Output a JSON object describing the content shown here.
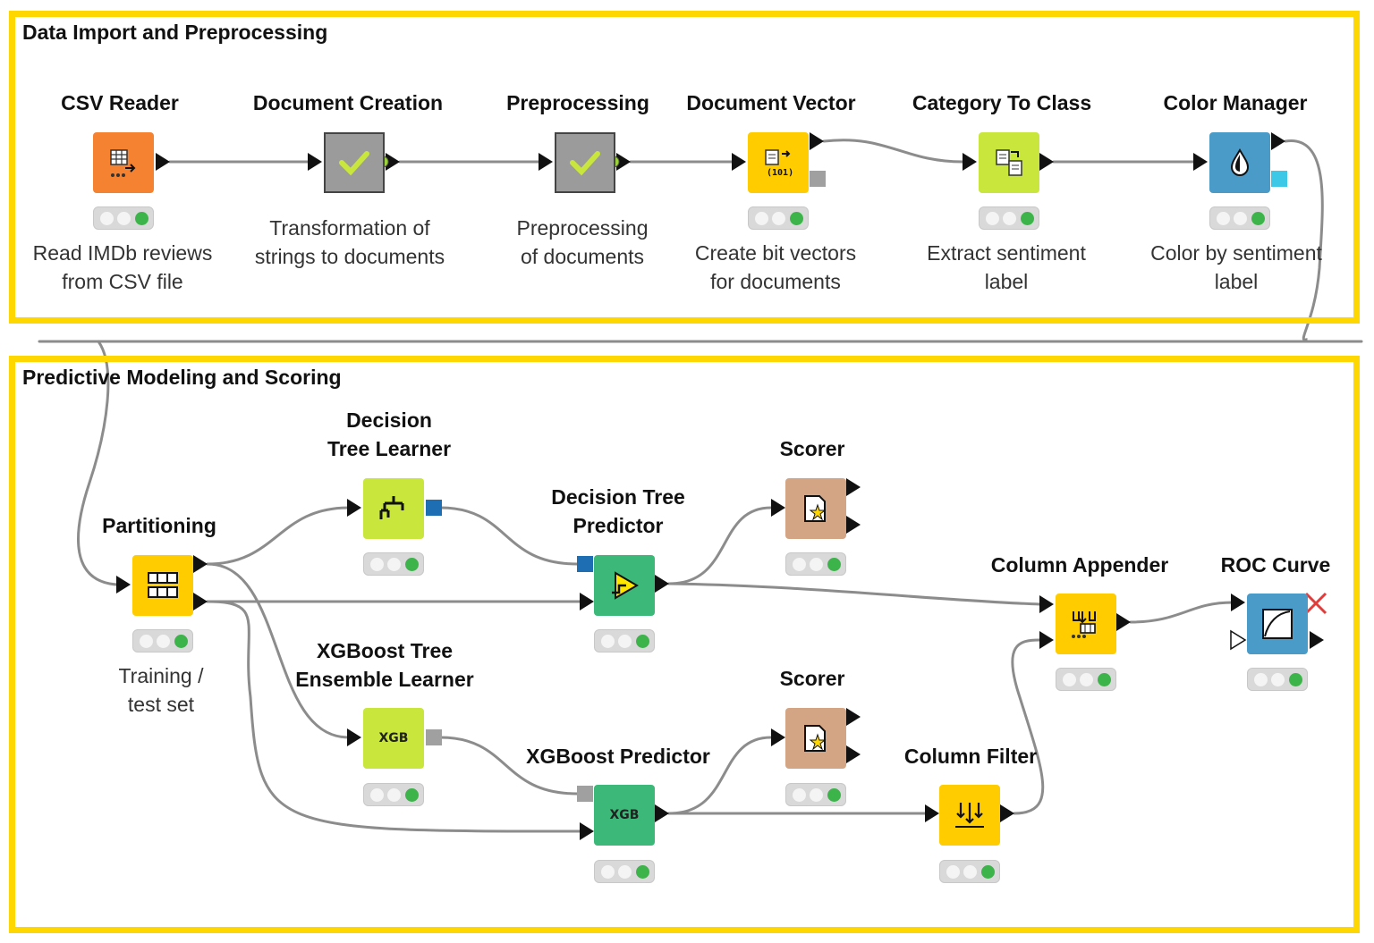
{
  "annotations": {
    "top": {
      "title": "Data Import and Preprocessing",
      "border_color": "#ffd700"
    },
    "bottom": {
      "title": "Predictive Modeling and Scoring",
      "border_color": "#ffd700"
    }
  },
  "nodes": {
    "csv_reader": {
      "title": [
        "CSV Reader"
      ],
      "label": [
        "Read IMDb reviews",
        "from CSV file"
      ],
      "color": "#f58231",
      "icon": "csv-reader-icon"
    },
    "document_creation": {
      "title": [
        "Document Creation"
      ],
      "label": [
        "Transformation of",
        "strings to documents"
      ],
      "color": "#9b9b9b",
      "icon": "metanode-check-icon"
    },
    "preprocessing": {
      "title": [
        "Preprocessing"
      ],
      "label": [
        "Preprocessing",
        "of documents"
      ],
      "color": "#9b9b9b",
      "icon": "metanode-check-icon"
    },
    "document_vector": {
      "title": [
        "Document Vector"
      ],
      "label": [
        "Create bit vectors",
        "for documents"
      ],
      "color": "#ffcc00",
      "icon": "document-vector-icon"
    },
    "category_to_class": {
      "title": [
        "Category To Class"
      ],
      "label": [
        "Extract sentiment",
        "label"
      ],
      "color": "#c8e63c",
      "icon": "category-to-class-icon"
    },
    "color_manager": {
      "title": [
        "Color Manager"
      ],
      "label": [
        "Color by sentiment",
        "label"
      ],
      "color": "#4b9bc8",
      "icon": "color-drop-icon"
    },
    "partitioning": {
      "title": [
        "Partitioning"
      ],
      "label": [
        "Training /",
        "test set"
      ],
      "color": "#ffcc00",
      "icon": "partitioning-icon"
    },
    "dt_learner": {
      "title": [
        "Decision",
        "Tree Learner"
      ],
      "label": [],
      "color": "#c8e63c",
      "icon": "tree-learner-icon"
    },
    "dt_predictor": {
      "title": [
        "Decision Tree",
        "Predictor"
      ],
      "label": [],
      "color": "#3cb878",
      "icon": "predictor-icon"
    },
    "scorer_1": {
      "title": [
        "Scorer"
      ],
      "label": [],
      "color": "#d4a584",
      "icon": "scorer-icon"
    },
    "xgb_learner": {
      "title": [
        "XGBoost Tree",
        "Ensemble Learner"
      ],
      "label": [],
      "color": "#c8e63c",
      "icon": "xgb-learner-icon",
      "icon_text": "XGB"
    },
    "xgb_predictor": {
      "title": [
        "XGBoost Predictor"
      ],
      "label": [],
      "color": "#3cb878",
      "icon": "xgb-predictor-icon",
      "icon_text": "XGB"
    },
    "scorer_2": {
      "title": [
        "Scorer"
      ],
      "label": [],
      "color": "#d4a584",
      "icon": "scorer-icon"
    },
    "column_filter": {
      "title": [
        "Column Filter"
      ],
      "label": [],
      "color": "#ffcc00",
      "icon": "column-filter-icon"
    },
    "column_appender": {
      "title": [
        "Column Appender"
      ],
      "label": [],
      "color": "#ffcc00",
      "icon": "column-appender-icon"
    },
    "roc_curve": {
      "title": [
        "ROC Curve"
      ],
      "label": [],
      "color": "#4b9bc8",
      "icon": "roc-curve-icon"
    }
  },
  "colors": {
    "connection": "#8c8c8c",
    "status_ok": "#3cb44a",
    "port_model": "#1e6eb4",
    "port_gray": "#a0a0a0",
    "port_color_model": "#3cc8e6"
  }
}
